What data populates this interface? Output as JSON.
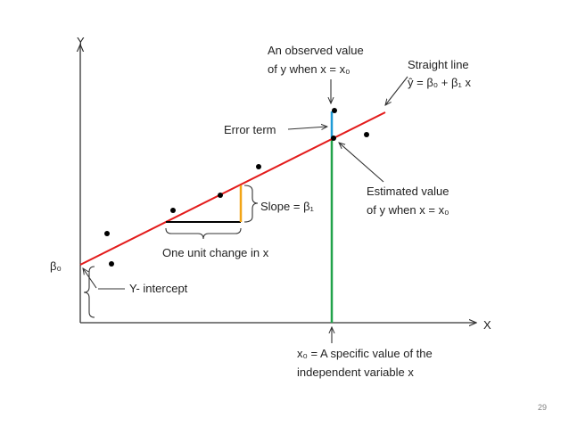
{
  "axes": {
    "y_label": "Y",
    "x_label": "X"
  },
  "labels": {
    "observed_line1": "An observed value",
    "observed_line2": "of y when x = x₀",
    "straight_line1": "Straight line",
    "straight_line2": "ŷ = β₀ + β₁ x",
    "error_term": "Error term",
    "estimated_line1": "Estimated value",
    "estimated_line2": "of y when x = x₀",
    "slope": "Slope = β₁",
    "unit_change": "One unit change in x",
    "beta0": "β₀",
    "y_intercept": "Y- intercept",
    "x0_line1": "x₀ = A specific value of the",
    "x0_line2": "independent variable x"
  },
  "page_number": "29",
  "colors": {
    "regression_line": "#e31b1b",
    "error_segment": "#1f9bd6",
    "x0_line": "#22a34a",
    "slope_rise": "#f2a516",
    "axis": "#333333"
  }
}
